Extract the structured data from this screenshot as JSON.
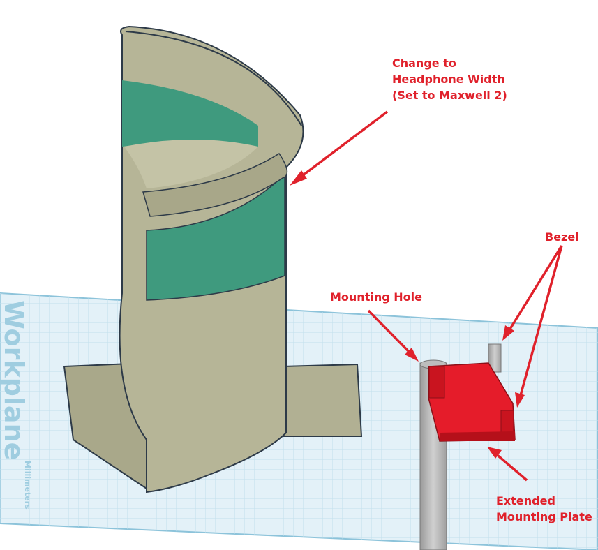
{
  "colors": {
    "annotation": "#e0212b",
    "model": "#b6b597",
    "band": "#3f9a7e",
    "workplane": "#dceef7",
    "plate": "#e51c2a"
  },
  "workplane": {
    "title": "Workplane",
    "units": "Millimeters"
  },
  "annotations": {
    "width": {
      "line1": "Change to",
      "line2": "Headphone Width",
      "line3": "(Set to Maxwell 2)"
    },
    "bezel": "Bezel",
    "mounting_hole": "Mounting Hole",
    "plate": {
      "line1": "Extended",
      "line2": "Mounting Plate"
    }
  }
}
